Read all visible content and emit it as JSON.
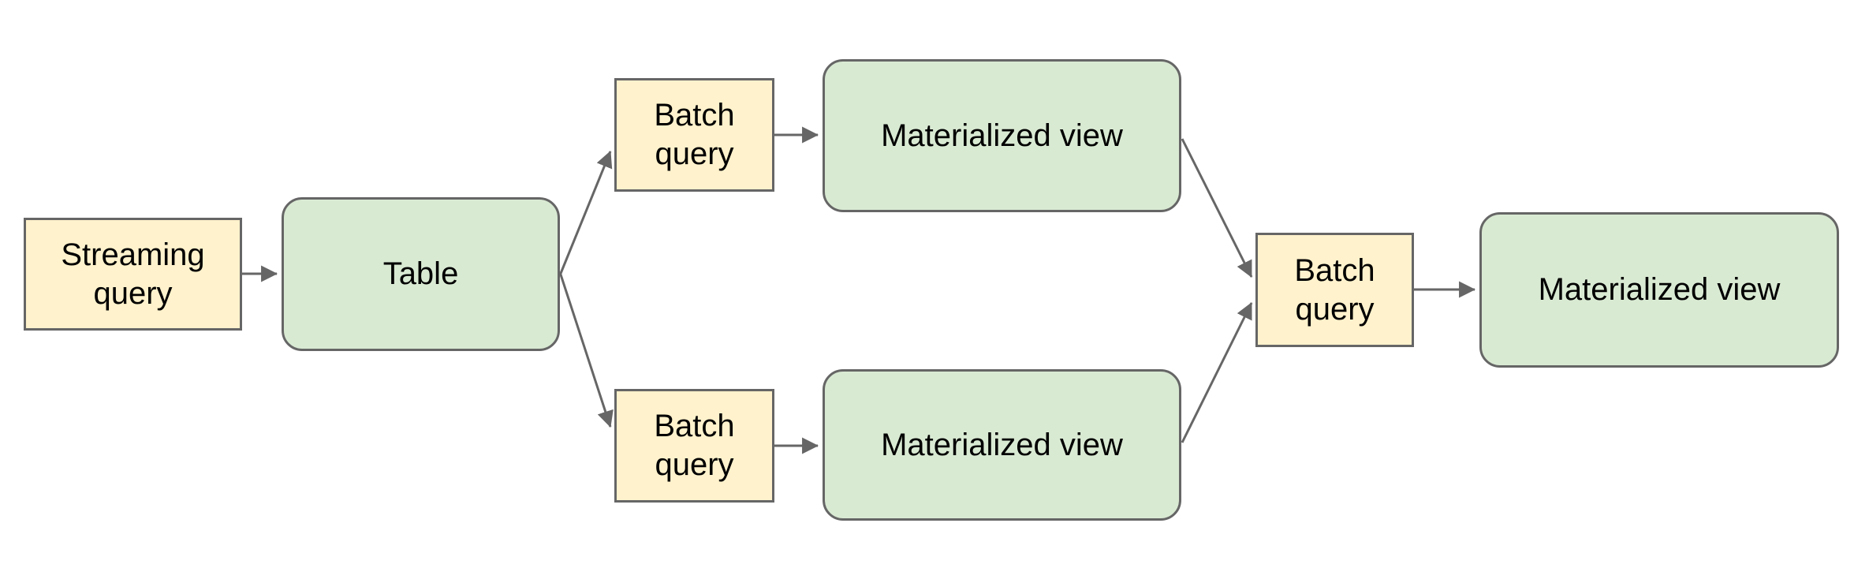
{
  "diagram": {
    "colors": {
      "query_node_fill": "#fff2cc",
      "view_node_fill": "#d9ead3",
      "node_border": "#666666",
      "arrow": "#666666",
      "label_text": "#000000",
      "background": "#ffffff"
    },
    "nodes": {
      "streaming_query": {
        "label": "Streaming query",
        "kind": "query"
      },
      "table": {
        "label": "Table",
        "kind": "table"
      },
      "batch_query_top": {
        "label": "Batch query",
        "kind": "query"
      },
      "materialized_view_top": {
        "label": "Materialized view",
        "kind": "view"
      },
      "batch_query_bottom": {
        "label": "Batch query",
        "kind": "query"
      },
      "materialized_view_bottom": {
        "label": "Materialized view",
        "kind": "view"
      },
      "batch_query_join": {
        "label": "Batch query",
        "kind": "query"
      },
      "materialized_view_final": {
        "label": "Materialized view",
        "kind": "view"
      }
    },
    "edges": [
      {
        "from": "streaming_query",
        "to": "table"
      },
      {
        "from": "table",
        "to": "batch_query_top"
      },
      {
        "from": "table",
        "to": "batch_query_bottom"
      },
      {
        "from": "batch_query_top",
        "to": "materialized_view_top"
      },
      {
        "from": "batch_query_bottom",
        "to": "materialized_view_bottom"
      },
      {
        "from": "materialized_view_top",
        "to": "batch_query_join"
      },
      {
        "from": "materialized_view_bottom",
        "to": "batch_query_join"
      },
      {
        "from": "batch_query_join",
        "to": "materialized_view_final"
      }
    ]
  }
}
